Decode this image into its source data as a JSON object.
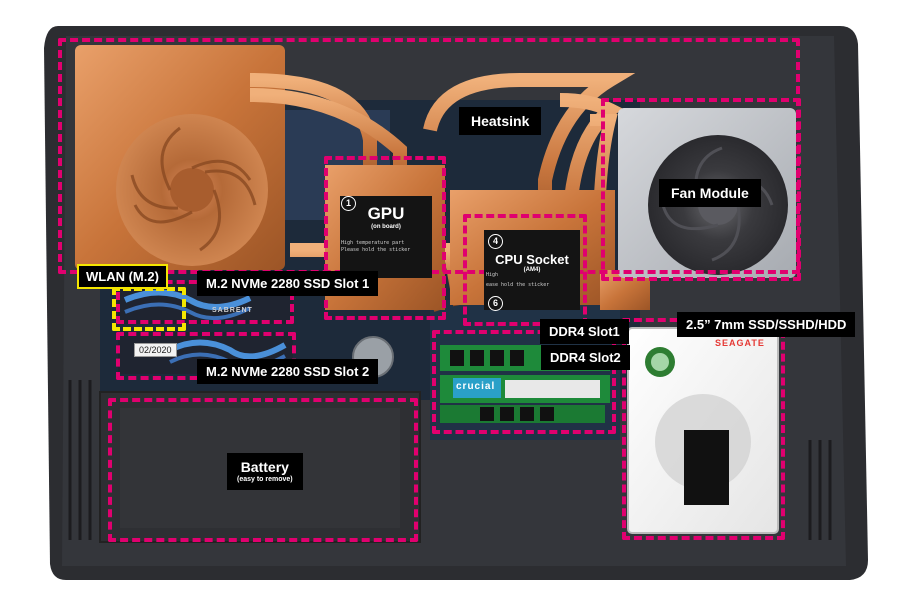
{
  "labels": {
    "heatsink": "Heatsink",
    "gpu": "GPU",
    "gpu_sub": "(on board)",
    "cpu": "CPU Socket",
    "cpu_sub": "(AM4)",
    "fan": "Fan Module",
    "wlan": "WLAN (M.2)",
    "ssd1": "M.2 NVMe 2280 SSD Slot 1",
    "ssd2": "M.2 NVMe 2280 SSD Slot 2",
    "ddr1": "DDR4 Slot1",
    "ddr2": "DDR4 Slot2",
    "hdd": "2.5” 7mm SSD/SSHD/HDD",
    "battery": "Battery",
    "battery_sub": "(easy to remove)"
  },
  "chip_notes": {
    "gpu_line1": "High temperature part",
    "gpu_line2": "Please hold the sticker",
    "cpu_line1": "High",
    "cpu_line2": "ease hold the sticker"
  },
  "markers": {
    "n1": "1",
    "n4": "4",
    "n6": "6"
  },
  "stickers": {
    "ssd_date": "02/2020"
  },
  "brands": {
    "seagate": "SEAGATE",
    "crucial": "crucial",
    "sabrent": "SABRENT"
  },
  "colors": {
    "callout": "#e0006f",
    "wlan_outline": "#f4e600",
    "label_bg": "#000000",
    "label_border": "#f4e600",
    "copper": "#c8743a",
    "chassis": "#2c2d31"
  }
}
